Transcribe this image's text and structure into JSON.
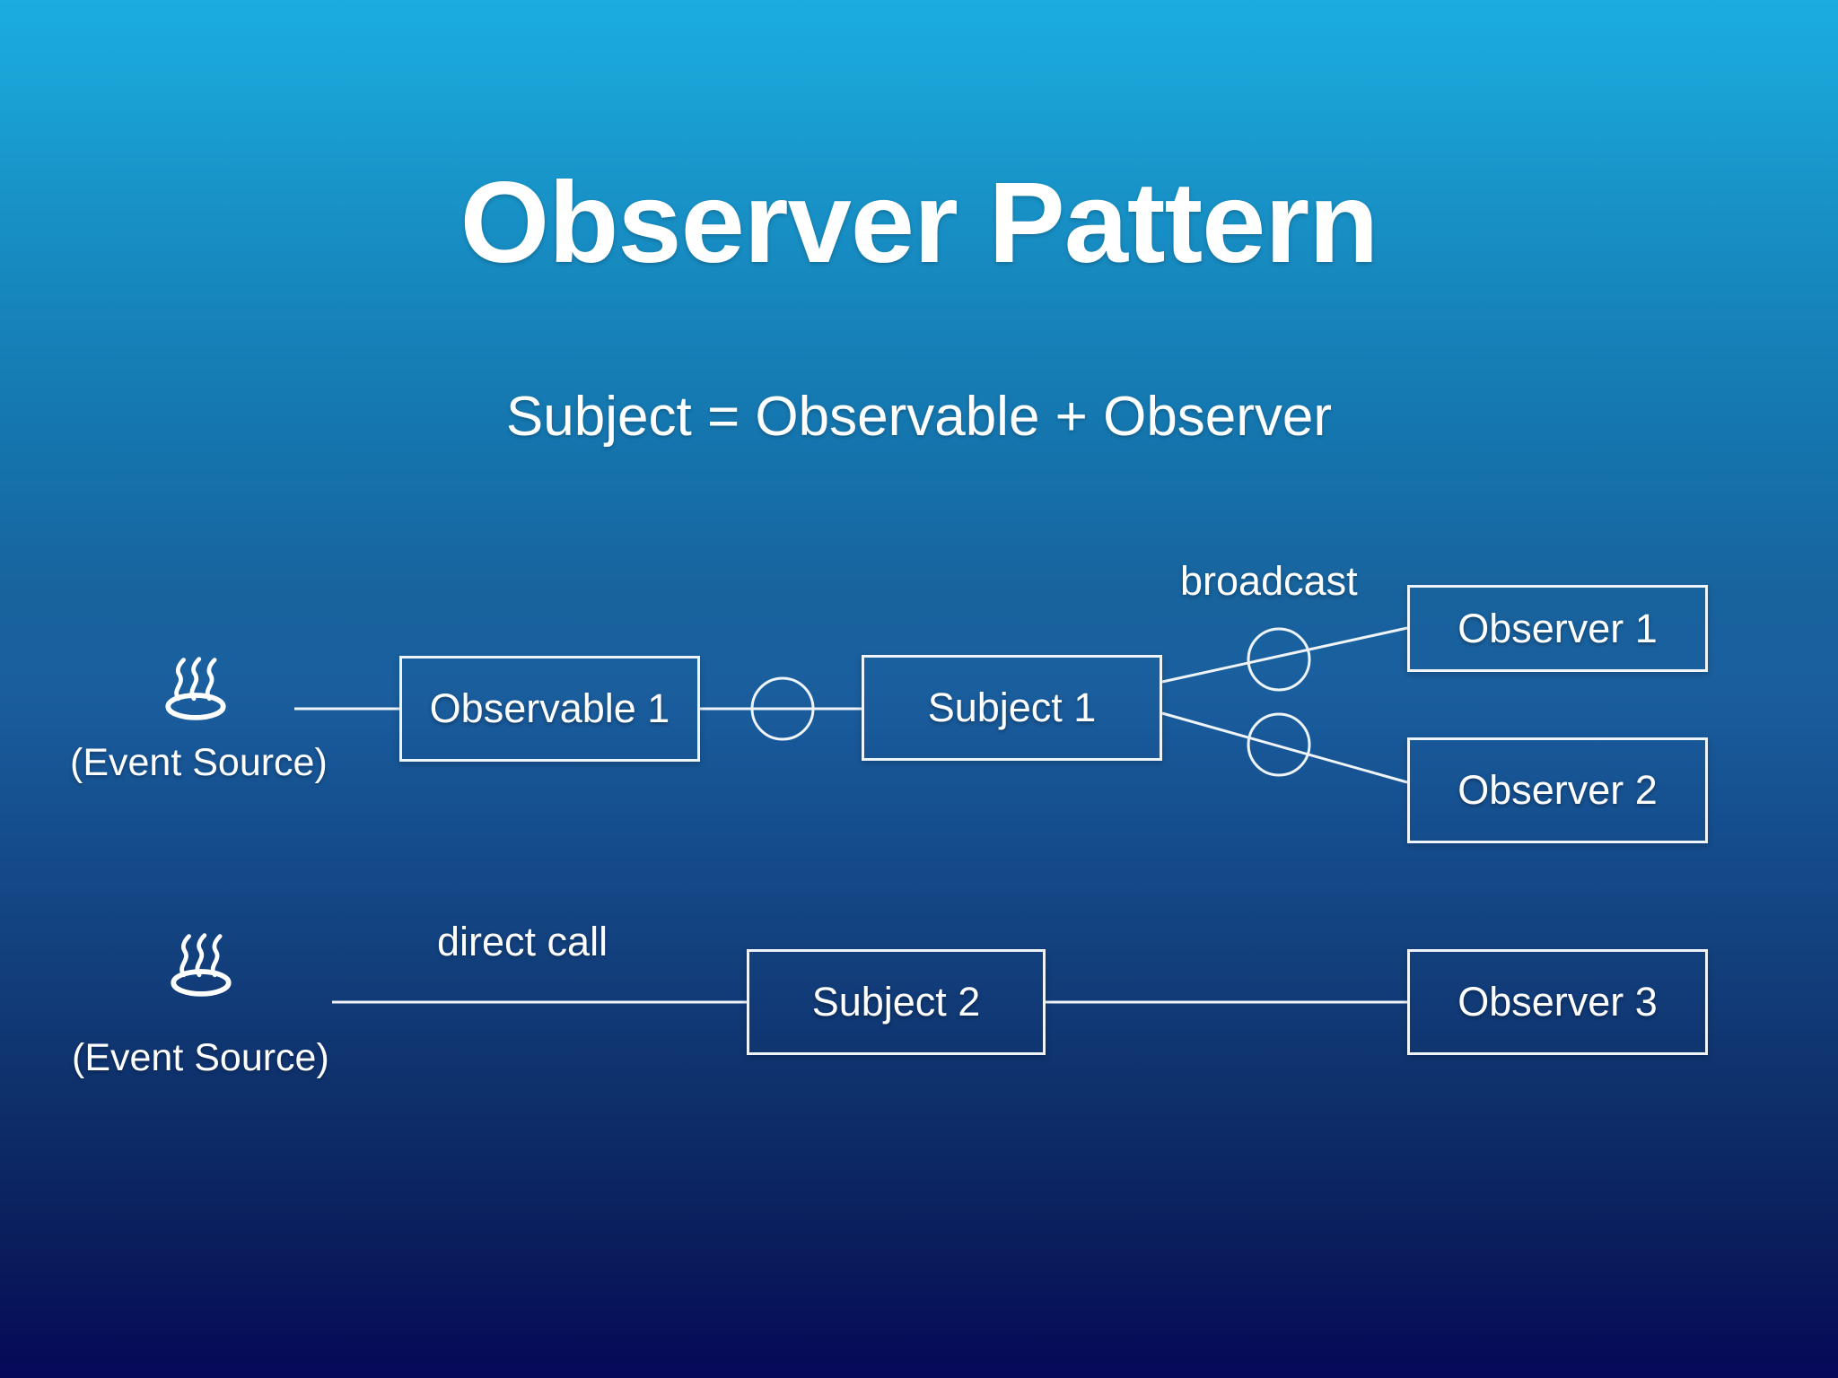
{
  "slide": {
    "title": "Observer Pattern",
    "subtitle": "Subject = Observable + Observer",
    "background": {
      "top_color": "#1BADDF",
      "mid_color": "#1A5E9E",
      "bottom_color": "#060858"
    },
    "stroke_color": "#EEF4F8",
    "text_color": "#FFFFFF"
  },
  "diagram": {
    "row1": {
      "source_icon": "java-steam-icon",
      "source_label": "(Event Source)",
      "nodes": [
        {
          "id": "observable-1",
          "label": "Observable 1"
        },
        {
          "id": "subject-1",
          "label": "Subject 1"
        },
        {
          "id": "observer-1",
          "label": "Observer 1"
        },
        {
          "id": "observer-2",
          "label": "Observer 2"
        }
      ],
      "edge_label": "broadcast",
      "connector_circles": 3
    },
    "row2": {
      "source_icon": "java-steam-icon",
      "source_label": "(Event Source)",
      "nodes": [
        {
          "id": "subject-2",
          "label": "Subject 2"
        },
        {
          "id": "observer-3",
          "label": "Observer 3"
        }
      ],
      "edge_label": "direct call",
      "connector_circles": 0
    }
  }
}
